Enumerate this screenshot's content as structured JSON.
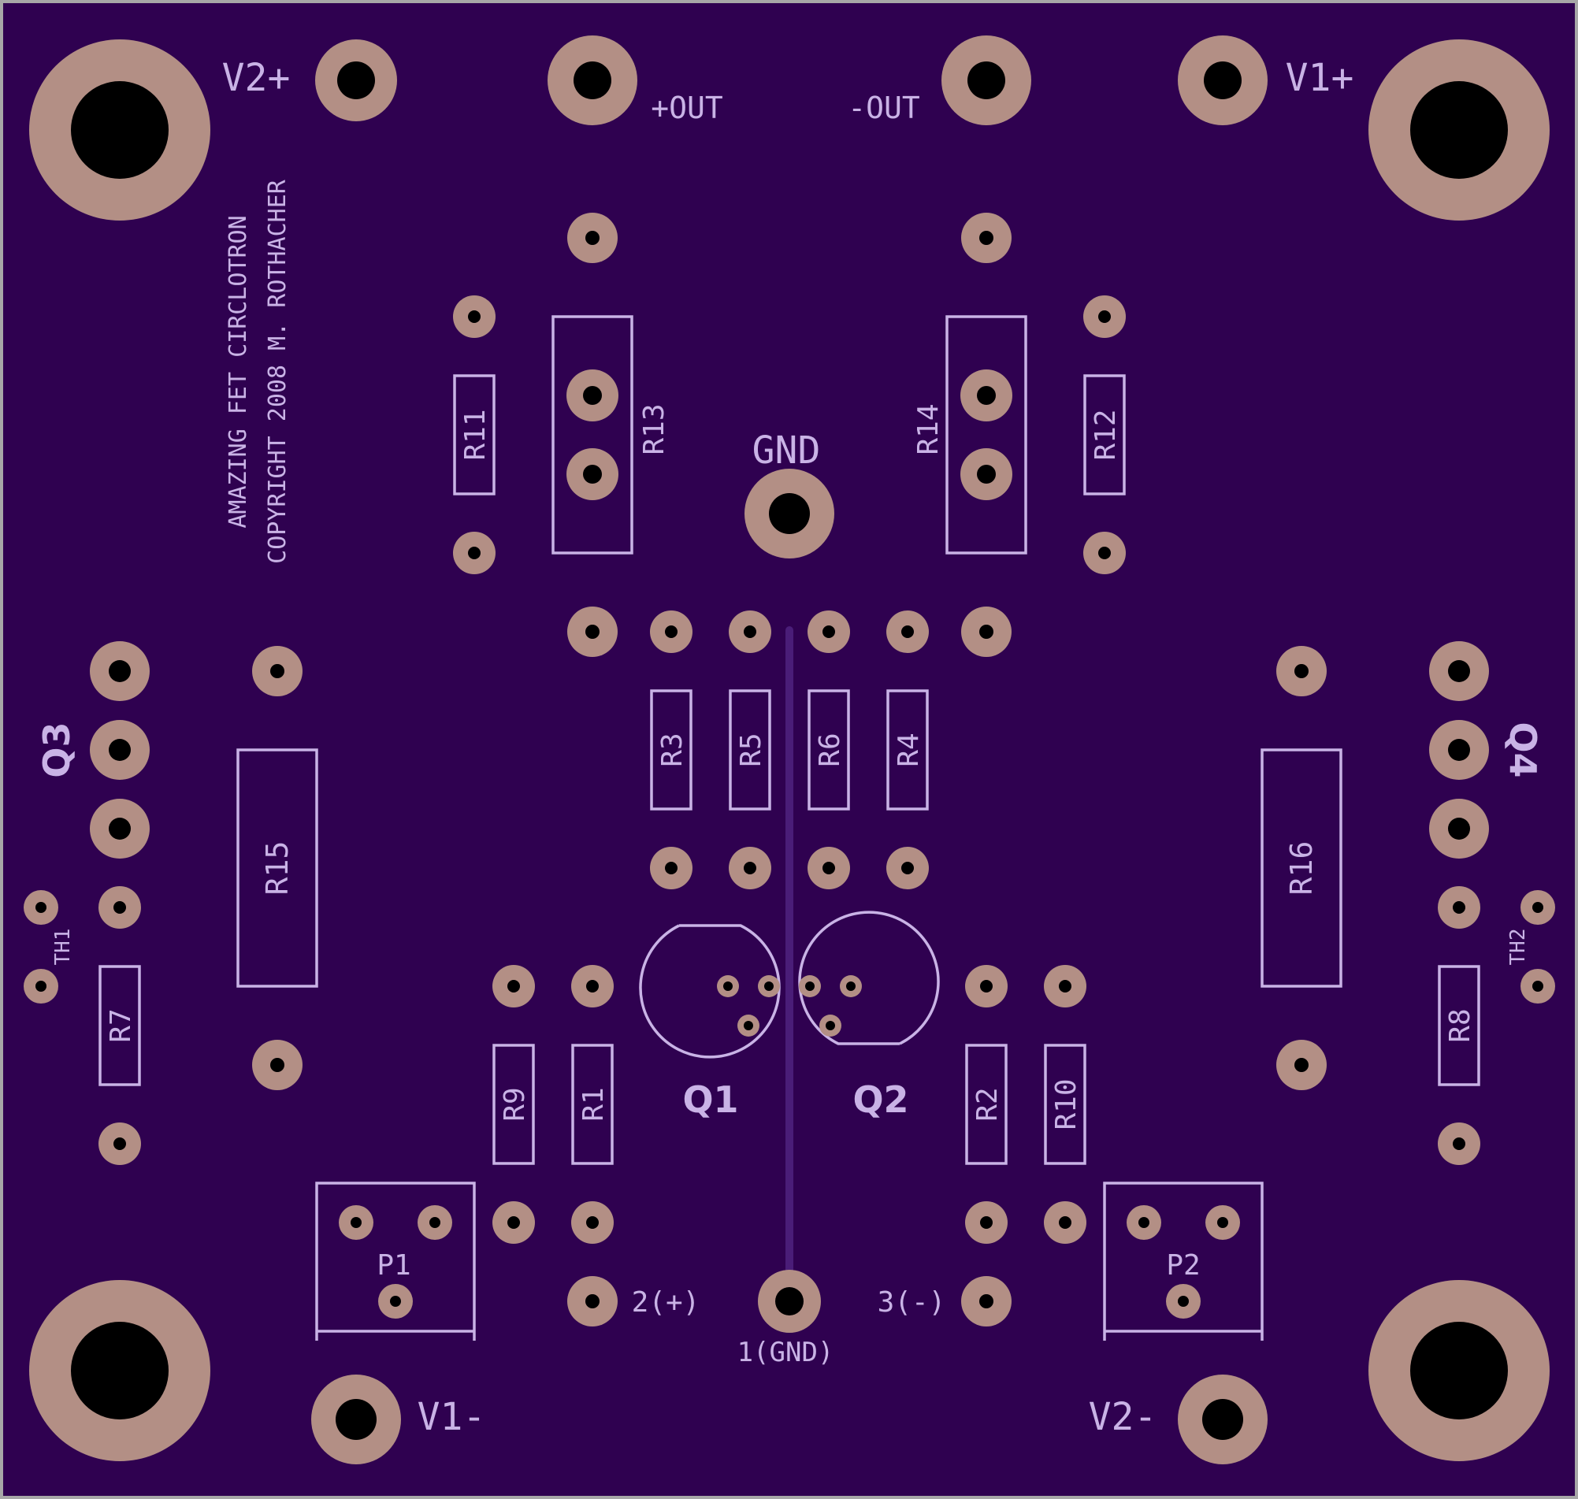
{
  "colors": {
    "board": "#2f0150",
    "edge": "#a7a7a7",
    "pad": "#b38f85",
    "silkscreen": "#c9b3e6",
    "drill": "#000000"
  },
  "labels": {
    "v2_plus": "V2+",
    "v1_plus": "V1+",
    "plus_out": "+OUT",
    "minus_out": "-OUT",
    "gnd": "GND",
    "v1_minus": "V1-",
    "v2_minus": "V2-",
    "in_plus": "2(+)",
    "in_minus": "3(-)",
    "in_gnd": "1(GND)",
    "title_line1": "AMAZING FET CIRCLOTRON",
    "title_line2": "COPYRIGHT 2008 M. ROTHACHER"
  },
  "components": {
    "r1": "R1",
    "r2": "R2",
    "r3": "R3",
    "r4": "R4",
    "r5": "R5",
    "r6": "R6",
    "r7": "R7",
    "r8": "R8",
    "r9": "R9",
    "r10": "R10",
    "r11": "R11",
    "r12": "R12",
    "r13": "R13",
    "r14": "R14",
    "r15": "R15",
    "r16": "R16",
    "q1": "Q1",
    "q2": "Q2",
    "q3": "Q3",
    "q4": "Q4",
    "p1": "P1",
    "p2": "P2",
    "th1": "TH1",
    "th2": "TH2"
  }
}
